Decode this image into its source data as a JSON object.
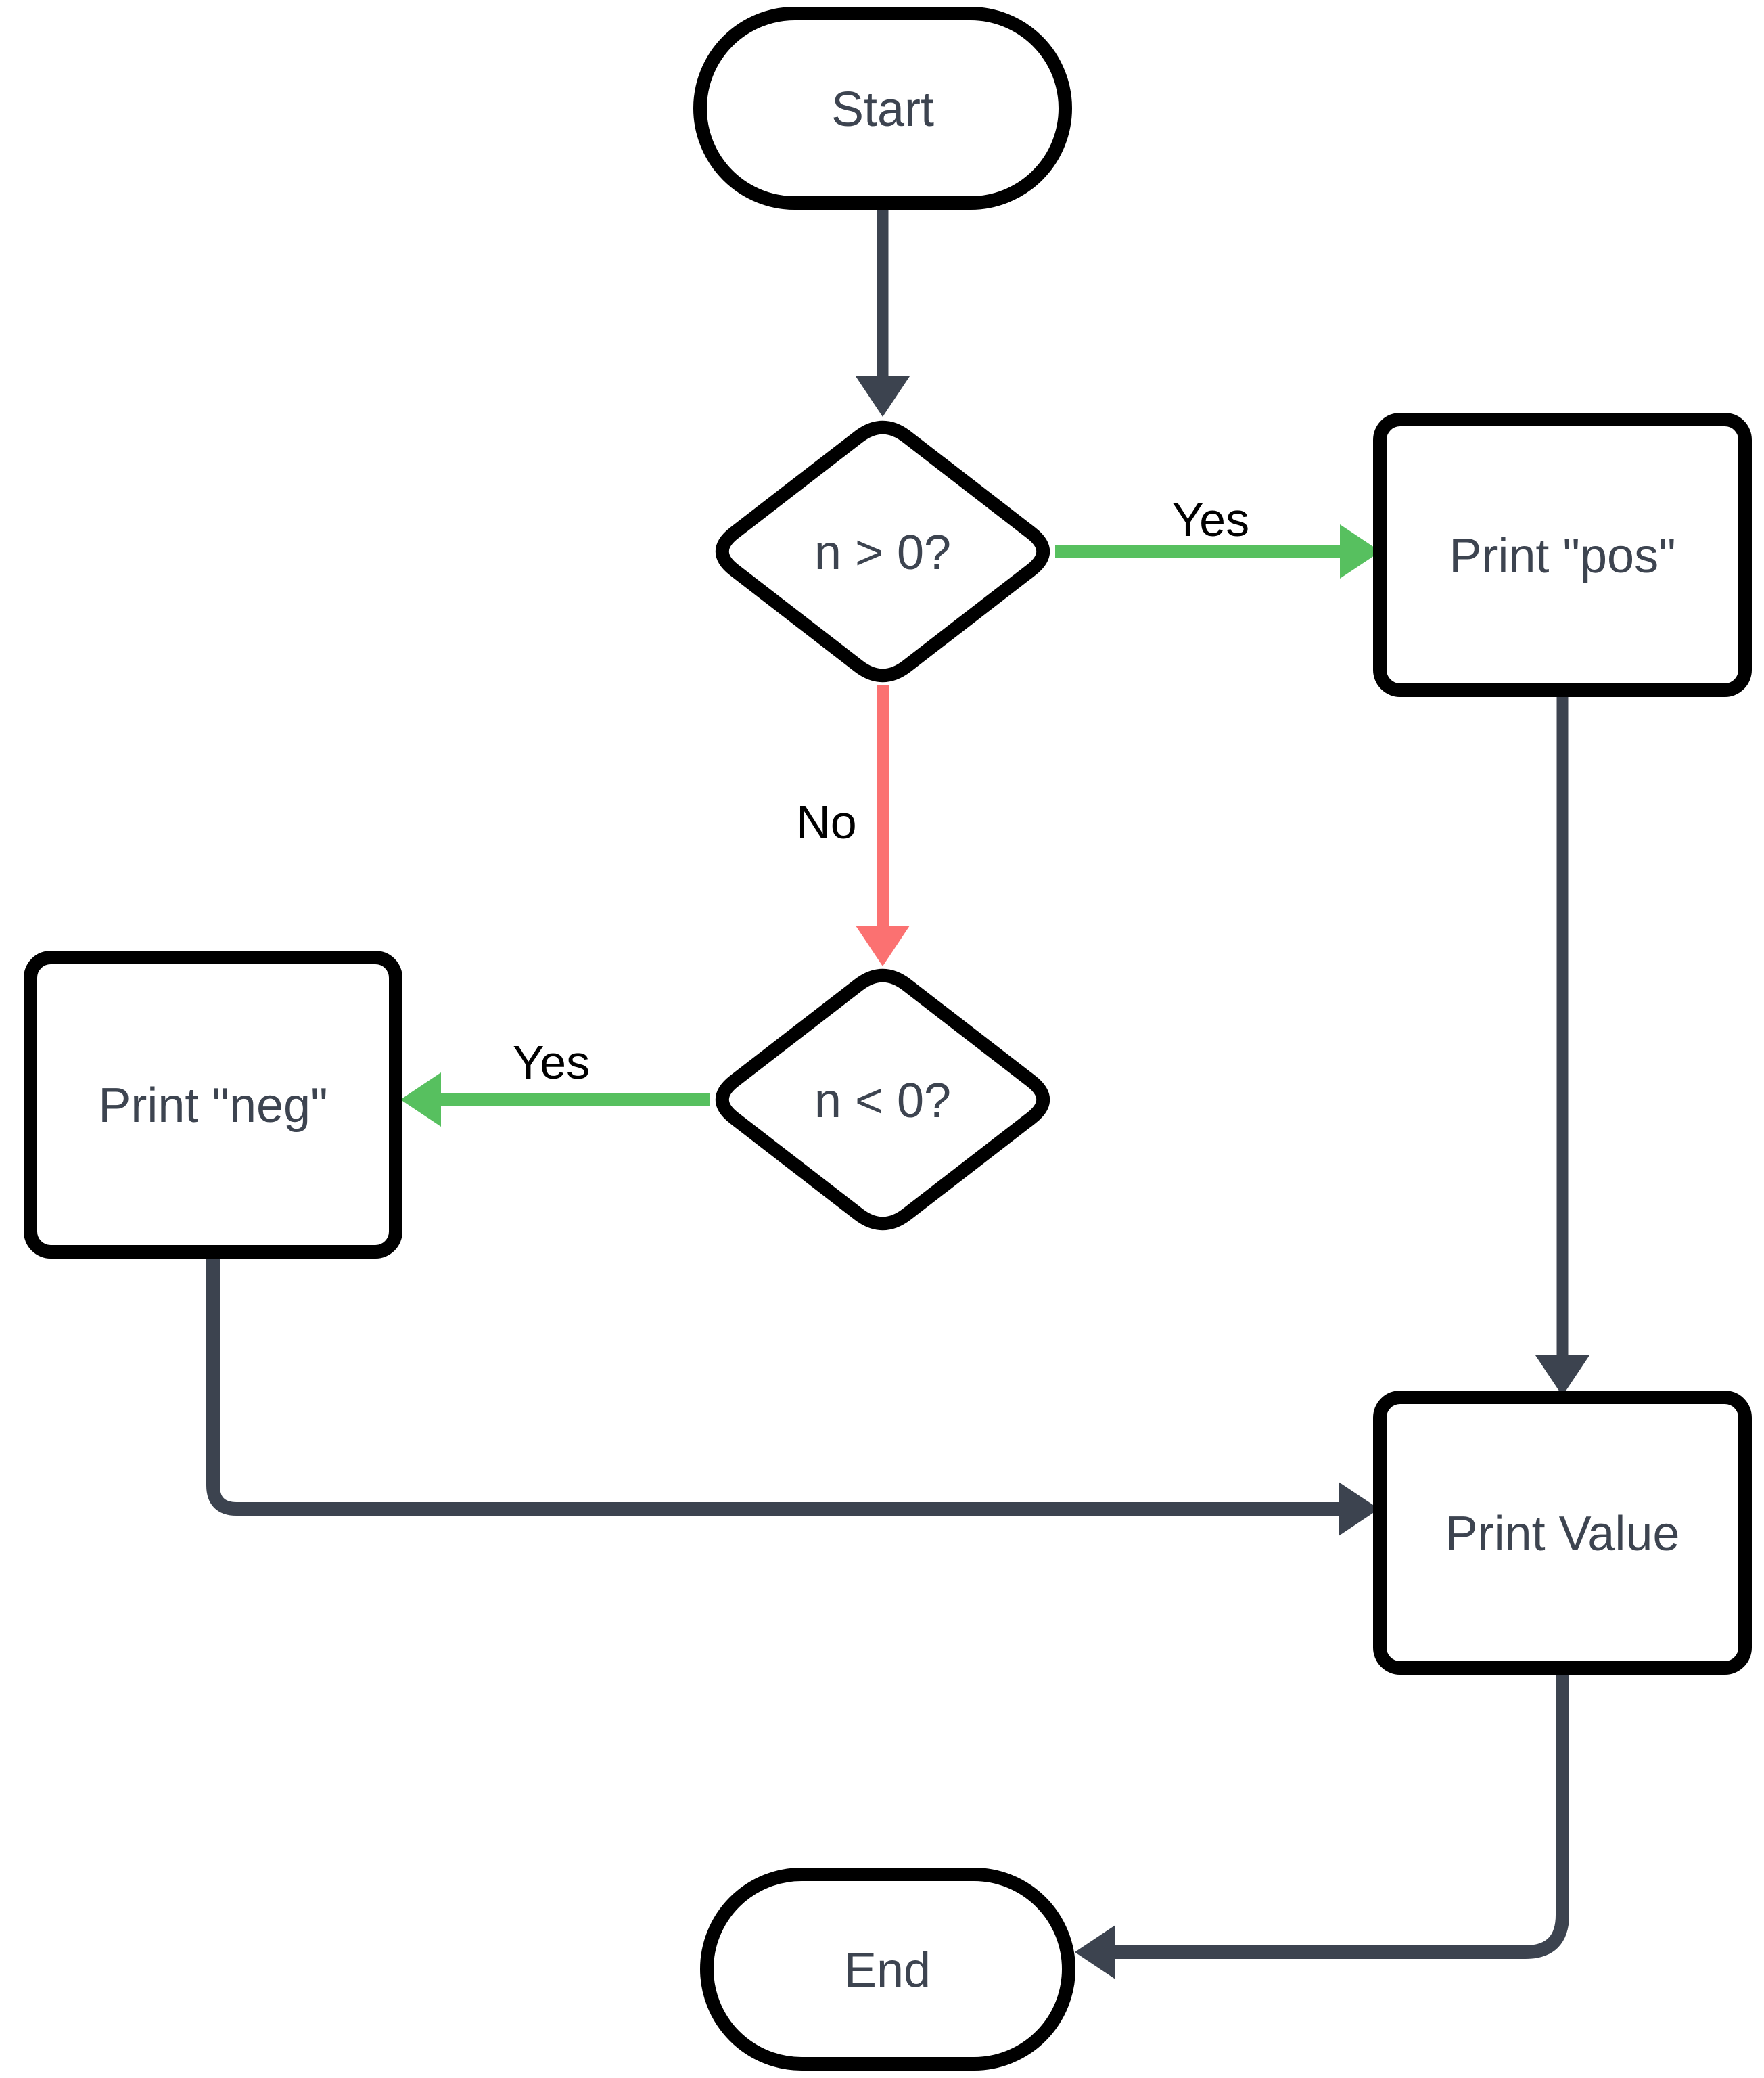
{
  "diagram_type": "flowchart",
  "colors": {
    "background": "#ffffff",
    "node_fill": "#ffffff",
    "node_border": "#000000",
    "node_text": "#3d4450",
    "edge_dark": "#3c434f",
    "edge_green": "#57c05f",
    "edge_red": "#fb7171",
    "edge_label_text": "#000000"
  },
  "nodes": {
    "start": {
      "label": "Start",
      "shape": "stadium"
    },
    "decision_positive": {
      "label": "n > 0?",
      "shape": "diamond"
    },
    "print_pos": {
      "label": "Print \"pos\"",
      "shape": "rectangle"
    },
    "decision_negative": {
      "label": "n < 0?",
      "shape": "diamond"
    },
    "print_neg": {
      "label": "Print \"neg\"",
      "shape": "rectangle"
    },
    "print_value": {
      "label": "Print Value",
      "shape": "rectangle"
    },
    "end": {
      "label": "End",
      "shape": "stadium"
    }
  },
  "edges": {
    "start_to_decision_positive": {
      "label": "",
      "color": "dark"
    },
    "decision_positive_yes": {
      "label": "Yes",
      "color": "green"
    },
    "decision_positive_no": {
      "label": "No",
      "color": "red"
    },
    "decision_negative_yes": {
      "label": "Yes",
      "color": "green"
    },
    "print_pos_to_print_value": {
      "label": "",
      "color": "dark"
    },
    "print_neg_to_print_value": {
      "label": "",
      "color": "dark"
    },
    "print_value_to_end": {
      "label": "",
      "color": "dark"
    }
  }
}
